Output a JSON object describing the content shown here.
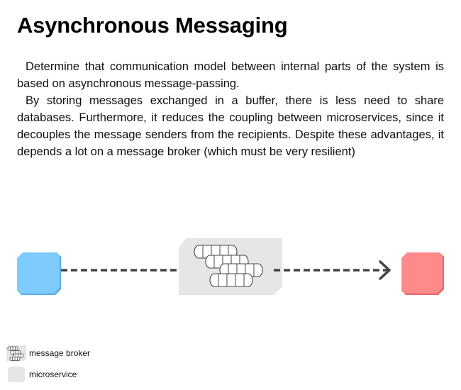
{
  "title": "Asynchronous Messaging",
  "description": {
    "paragraphs": [
      "Determine that communication model between internal parts of the system is based on asynchronous message-passing.",
      "By storing messages exchanged in a buffer, there is less need to share databases. Furthermore, it reduces the coupling between microservices, since it decouples the message senders from the recipients. Despite these advantages, it depends a lot on a message broker (which must be very resilient)"
    ]
  },
  "diagram": {
    "sender": {
      "color": "#7ecbff",
      "shadow": "#5aaee6"
    },
    "receiver": {
      "color": "#ff8a8a",
      "shadow": "#e26a6a"
    },
    "broker": {
      "background": "#e6e6e6",
      "stroke": "#444444"
    },
    "connector_color": "#444444"
  },
  "legend": {
    "items": [
      {
        "icon": "message-broker-icon",
        "label": "message broker"
      },
      {
        "icon": "microservice-icon",
        "label": "microservice"
      }
    ]
  }
}
